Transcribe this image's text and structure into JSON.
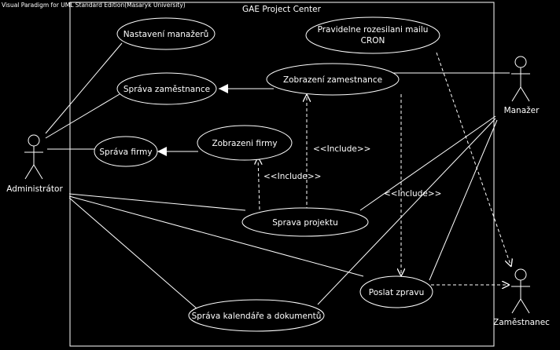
{
  "watermark": "Visual Paradigm for UML Standard Edition(Masaryk University)",
  "system_title": "GAE Project Center",
  "actors": {
    "administrator": "Administrátor",
    "manager": "Manažer",
    "employee": "Zaměstnanec"
  },
  "use_cases": {
    "nastaveni_manazeru": "Nastavení manažerů",
    "sprava_zamestnance": "Správa zaměstnance",
    "sprava_firmy": "Správa firmy",
    "zobrazeni_firmy": "Zobrazeni firmy",
    "zobrazeni_zamestnance": "Zobrazení zamestnance",
    "cron_line1": "Pravidelne rozesilani mailu",
    "cron_line2": "CRON",
    "sprava_projektu": "Sprava projektu",
    "poslat_zpravu": "Poslat zpravu",
    "sprava_kalendare": "Správa kalendáře a dokumentů"
  },
  "stereotypes": {
    "include_1": "<<Include>>",
    "include_2": "<<Include>>",
    "include_3": "<<Include>>"
  }
}
